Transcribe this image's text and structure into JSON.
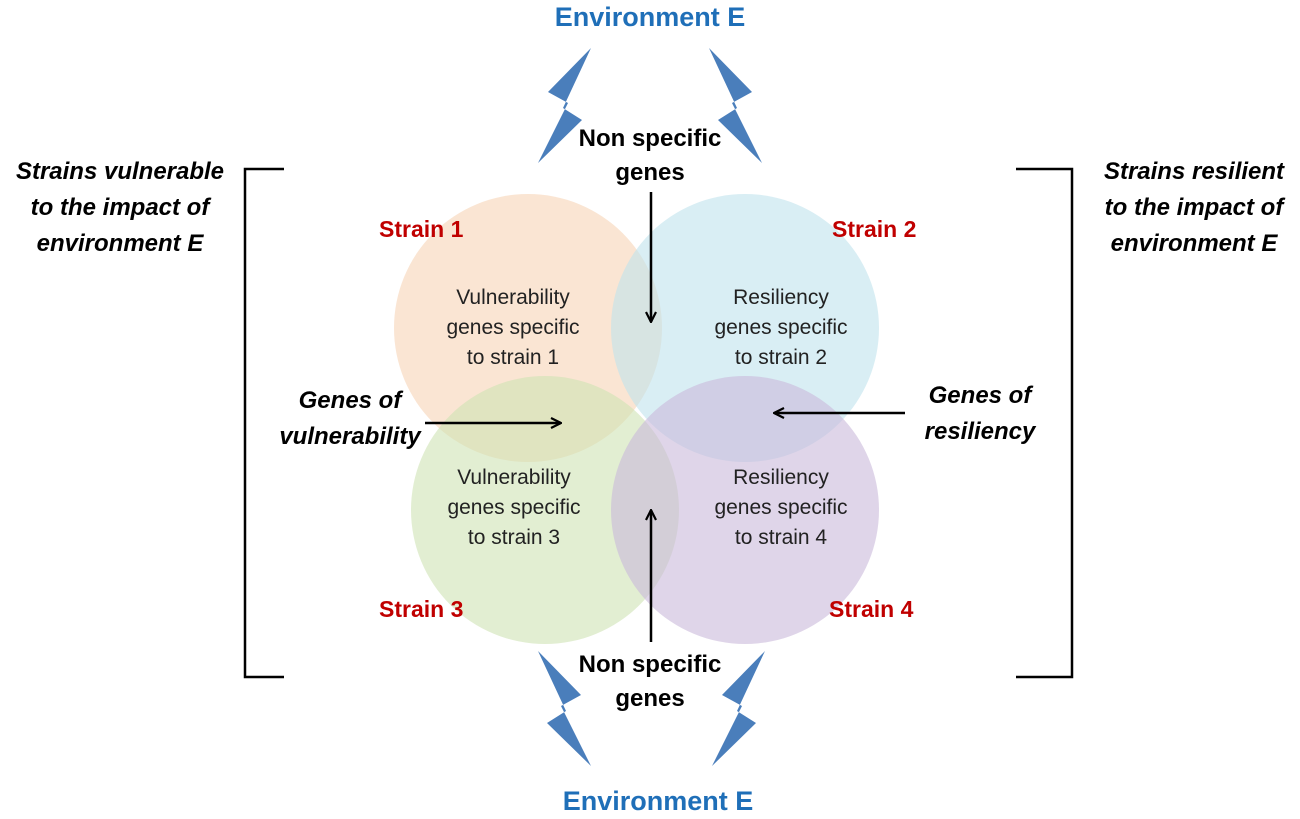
{
  "environment": {
    "top_label": "Environment E",
    "bottom_label": "Environment E"
  },
  "strains": [
    {
      "label": "Strain 1",
      "description": [
        "Vulnerability",
        "genes specific",
        "to strain 1"
      ],
      "color": "#f6d4b6"
    },
    {
      "label": "Strain 2",
      "description": [
        "Resiliency",
        "genes specific",
        "to strain  2"
      ],
      "color": "#bfe2ec"
    },
    {
      "label": "Strain 3",
      "description": [
        "Vulnerability",
        "genes specific",
        "to strain  3"
      ],
      "color": "#cfe2b4"
    },
    {
      "label": "Strain 4",
      "description": [
        "Resiliency",
        "genes specific",
        "to strain  4"
      ],
      "color": "#c9b9db"
    }
  ],
  "non_specific_top": [
    "Non specific",
    "genes"
  ],
  "non_specific_bottom": [
    "Non specific",
    "genes"
  ],
  "genes_of_vulnerability": [
    "Genes of",
    "vulnerability"
  ],
  "genes_of_resiliency": [
    "Genes of",
    "resiliency"
  ],
  "left_group": [
    "Strains vulnerable",
    "to the impact of",
    "environment E"
  ],
  "right_group": [
    "Strains resilient",
    "to the impact of",
    "environment E"
  ],
  "colors": {
    "environment": "#1f6fb8",
    "strain_label": "#c00000",
    "lightning": "#4a7ebb"
  },
  "icons": {
    "lightning": "lightning-bolt-icon",
    "arrow": "arrow-icon",
    "bracket": "bracket"
  }
}
